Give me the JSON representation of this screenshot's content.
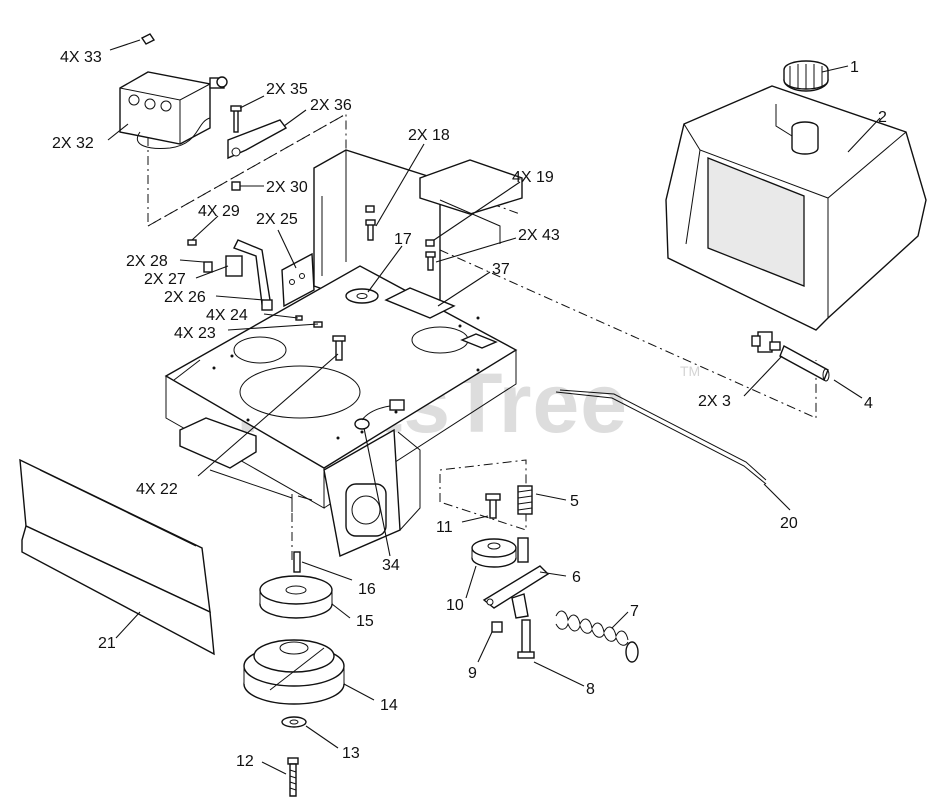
{
  "watermark": {
    "text": "PartsTree",
    "trademark": "TM"
  },
  "callouts": {
    "c1": "1",
    "c2": "2",
    "c3": "2X 3",
    "c4": "4",
    "c5": "5",
    "c6": "6",
    "c7": "7",
    "c8": "8",
    "c9": "9",
    "c10": "10",
    "c11": "11",
    "c12": "12",
    "c13": "13",
    "c14": "14",
    "c15": "15",
    "c16": "16",
    "c17": "17",
    "c18": "2X 18",
    "c19": "4X 19",
    "c20": "20",
    "c21": "21",
    "c22": "4X 22",
    "c23": "4X 23",
    "c24": "4X 24",
    "c25": "2X 25",
    "c26": "2X 26",
    "c27": "2X 27",
    "c28": "2X 28",
    "c29": "4X 29",
    "c30": "2X 30",
    "c32": "2X 32",
    "c33": "4X 33",
    "c34": "34",
    "c35": "2X 35",
    "c36": "2X 36",
    "c37": "37",
    "c43": "2X 43"
  }
}
